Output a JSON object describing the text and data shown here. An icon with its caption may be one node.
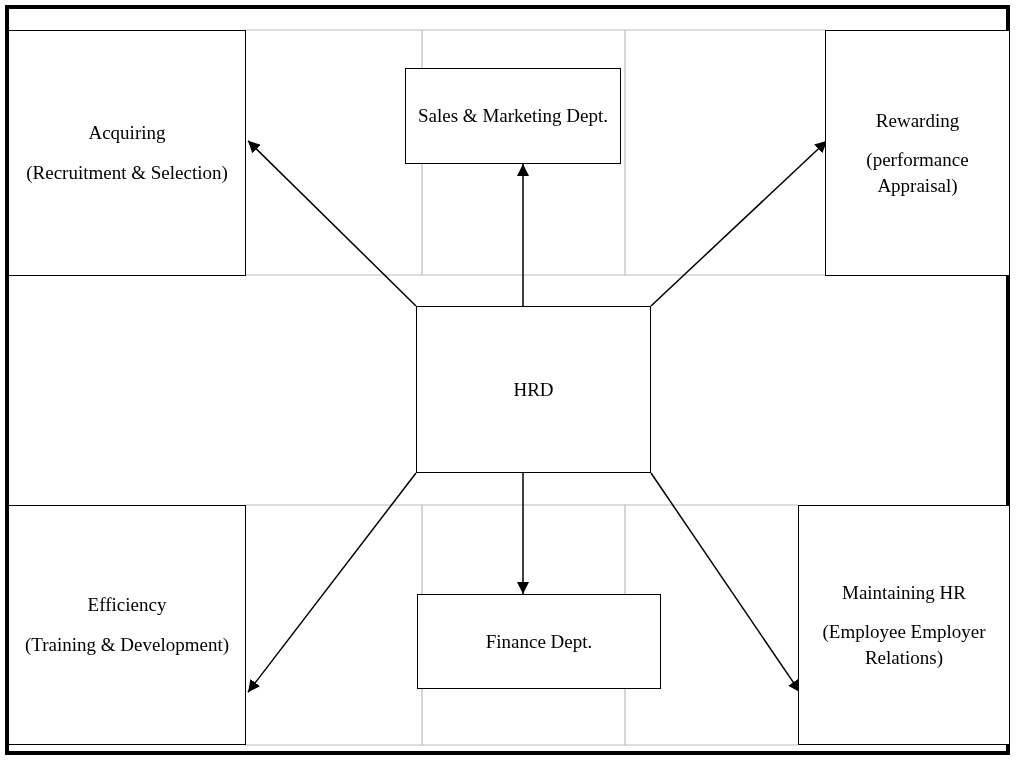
{
  "diagram": {
    "nodes": [
      {
        "text": [
          "Acquiring",
          "(Recruitment & Selection)"
        ]
      },
      {
        "text": [
          "Sales & Marketing Dept."
        ]
      },
      {
        "text": [
          "Rewarding",
          "(performance Appraisal)"
        ]
      },
      {
        "text": [
          "HRD"
        ]
      },
      {
        "text": [
          "Efficiency",
          "(Training & Development)"
        ]
      },
      {
        "text": [
          "Finance Dept."
        ]
      },
      {
        "text": [
          "Maintaining HR",
          "(Employee Employer Relations)"
        ]
      }
    ],
    "edges": [
      {
        "from": 3,
        "to": 0,
        "arrow": "to"
      },
      {
        "from": 3,
        "to": 1,
        "arrow": "to"
      },
      {
        "from": 3,
        "to": 2,
        "arrow": "to"
      },
      {
        "from": 3,
        "to": 4,
        "arrow": "to"
      },
      {
        "from": 3,
        "to": 5,
        "arrow": "to"
      },
      {
        "from": 3,
        "to": 6,
        "arrow": "to"
      }
    ]
  }
}
